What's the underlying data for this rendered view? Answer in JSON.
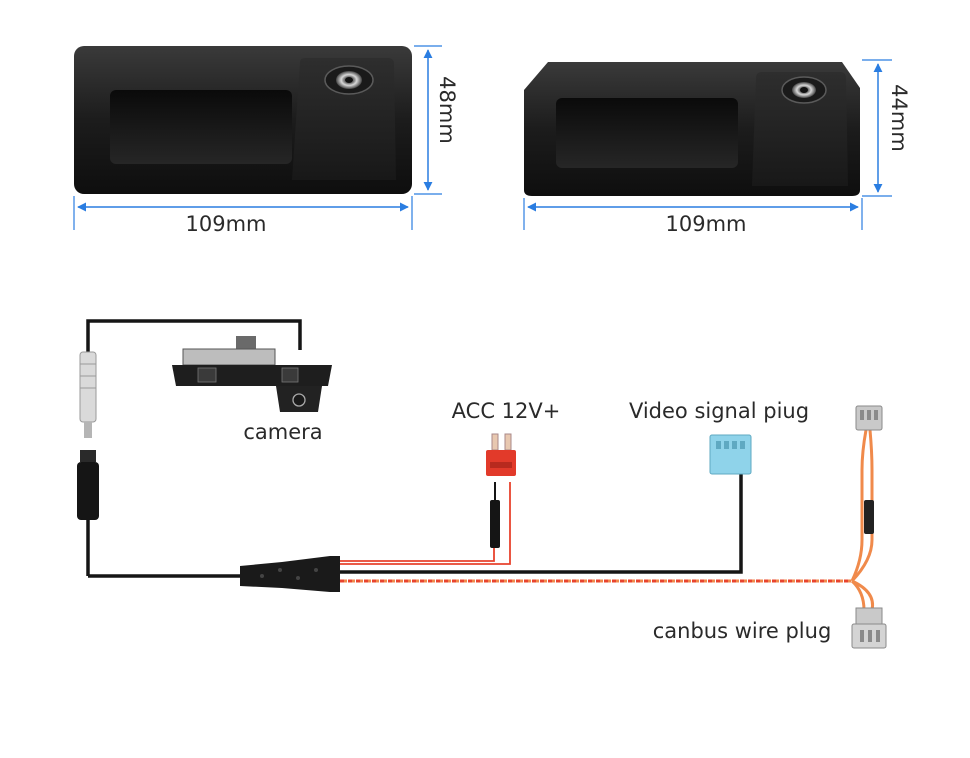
{
  "dimensions": {
    "left_camera": {
      "width_label": "109mm",
      "height_label": "48mm"
    },
    "right_camera": {
      "width_label": "109mm",
      "height_label": "44mm"
    },
    "dimension_line_color": "#2a7de1"
  },
  "wiring": {
    "camera_label": "camera",
    "acc_label": "ACC 12V+",
    "video_label": "Video signal piug",
    "canbus_label": "canbus wire plug",
    "colors": {
      "cable_black": "#151515",
      "wire_red": "#e8432e",
      "wire_orange": "#f08a4b",
      "video_plug": "#8fd3ea",
      "acc_connector": "#e23a2a",
      "connector_grey": "#c9c9c9"
    }
  }
}
